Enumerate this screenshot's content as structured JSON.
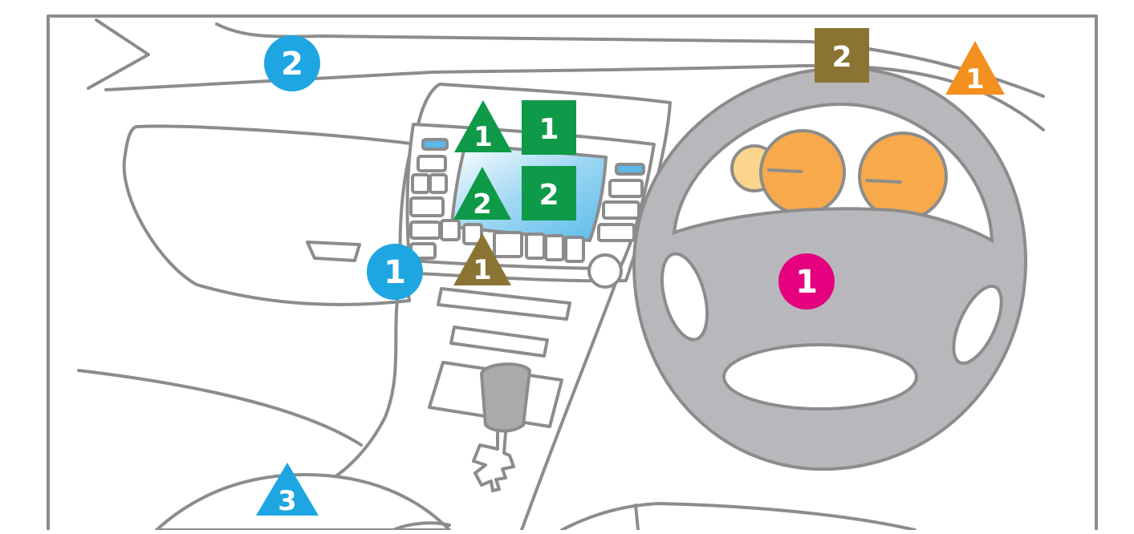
{
  "colors": {
    "outline": "#8c8c8c",
    "cyan": "#1ea6e3",
    "green": "#0e9a48",
    "olive": "#8b7433",
    "orange": "#f4901e",
    "magenta": "#e4007f",
    "screen": "#7ec9f0",
    "gauge": "#f7a94b",
    "wheel": "#b8b8bc"
  },
  "markers": {
    "cyan_circle_1": {
      "label": "1",
      "shape": "circle",
      "color": "cyan"
    },
    "cyan_circle_2": {
      "label": "2",
      "shape": "circle",
      "color": "cyan"
    },
    "cyan_triangle_3": {
      "label": "3",
      "shape": "triangle",
      "color": "cyan"
    },
    "green_triangle_1": {
      "label": "1",
      "shape": "triangle",
      "color": "green"
    },
    "green_square_1": {
      "label": "1",
      "shape": "square",
      "color": "green"
    },
    "green_triangle_2": {
      "label": "2",
      "shape": "triangle",
      "color": "green"
    },
    "green_square_2": {
      "label": "2",
      "shape": "square",
      "color": "green"
    },
    "olive_triangle_1": {
      "label": "1",
      "shape": "triangle",
      "color": "olive"
    },
    "olive_square_2": {
      "label": "2",
      "shape": "square",
      "color": "olive"
    },
    "orange_triangle_1": {
      "label": "1",
      "shape": "triangle",
      "color": "orange"
    },
    "magenta_circle_1": {
      "label": "1",
      "shape": "circle",
      "color": "magenta"
    }
  }
}
